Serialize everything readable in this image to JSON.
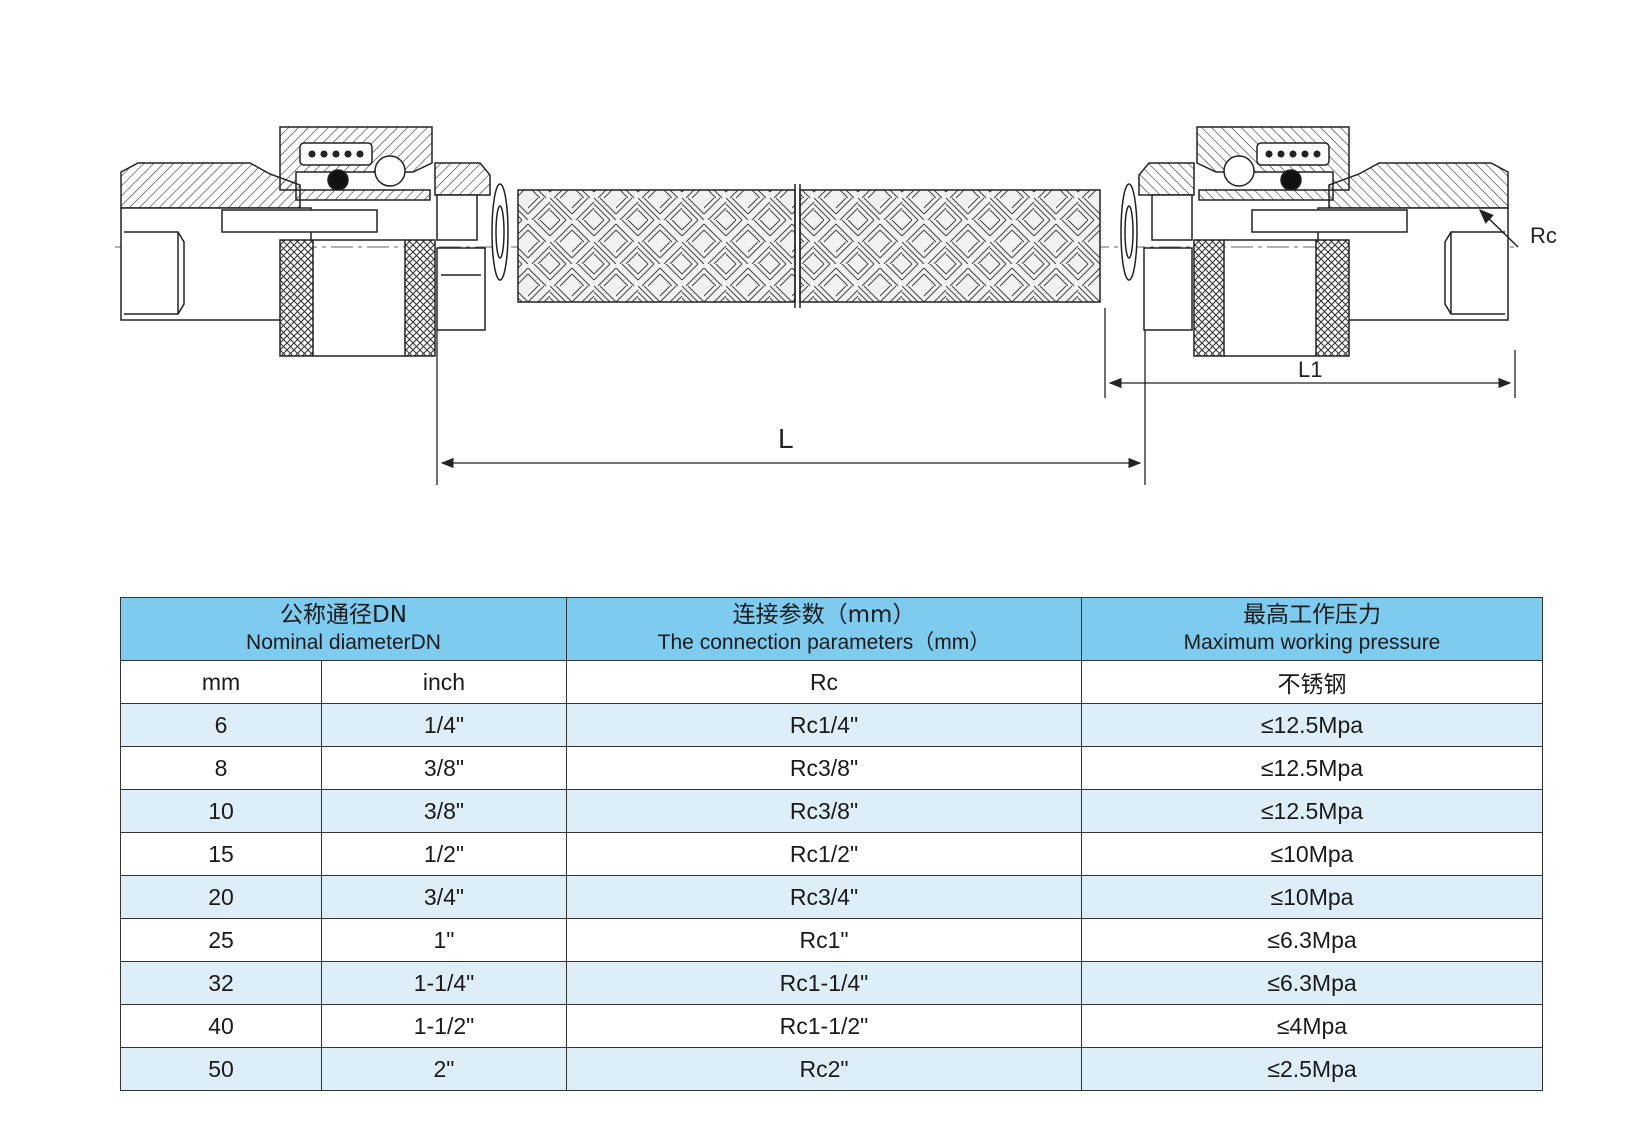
{
  "labels": {
    "rc": "Rc",
    "l1": "L1",
    "l": "L"
  },
  "colors": {
    "header_bg": "#7dccef",
    "alt_row_bg": "#ddeef9",
    "line": "#222222"
  },
  "table": {
    "header": {
      "nominal_cn": "公称通径DN",
      "nominal_en": "Nominal diameterDN",
      "connection_cn": "连接参数（mm）",
      "connection_en": "The connection parameters（mm）",
      "pressure_cn": "最高工作压力",
      "pressure_en": "Maximum working pressure"
    },
    "subheader": {
      "mm": "mm",
      "inch": "inch",
      "rc": "Rc",
      "material": "不锈钢"
    },
    "rows": [
      {
        "mm": "6",
        "inch": "1/4\"",
        "rc": "Rc1/4\"",
        "pressure": "≤12.5Mpa"
      },
      {
        "mm": "8",
        "inch": "3/8\"",
        "rc": "Rc3/8\"",
        "pressure": "≤12.5Mpa"
      },
      {
        "mm": "10",
        "inch": "3/8\"",
        "rc": "Rc3/8\"",
        "pressure": "≤12.5Mpa"
      },
      {
        "mm": "15",
        "inch": "1/2\"",
        "rc": "Rc1/2\"",
        "pressure": "≤10Mpa"
      },
      {
        "mm": "20",
        "inch": "3/4\"",
        "rc": "Rc3/4\"",
        "pressure": "≤10Mpa"
      },
      {
        "mm": "25",
        "inch": "1\"",
        "rc": "Rc1\"",
        "pressure": "≤6.3Mpa"
      },
      {
        "mm": "32",
        "inch": "1-1/4\"",
        "rc": "Rc1-1/4\"",
        "pressure": "≤6.3Mpa"
      },
      {
        "mm": "40",
        "inch": "1-1/2\"",
        "rc": "Rc1-1/2\"",
        "pressure": "≤4Mpa"
      },
      {
        "mm": "50",
        "inch": "2\"",
        "rc": "Rc2\"",
        "pressure": "≤2.5Mpa"
      }
    ]
  }
}
